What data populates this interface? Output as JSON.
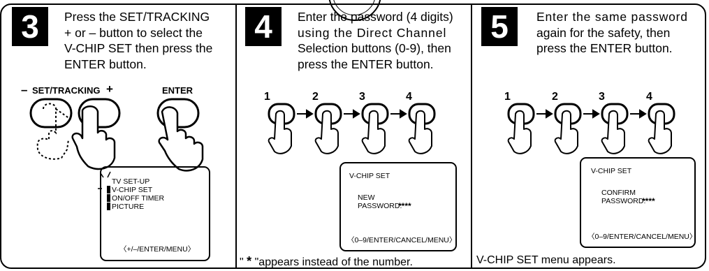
{
  "steps": [
    {
      "number": "3",
      "instruction": "Press the SET/TRACKING + or – button to select the V-CHIP SET then press the ENTER button.",
      "lines": [
        "Press the SET/TRACKING",
        "+ or – button to select the",
        "V-CHIP SET then press the",
        "ENTER button."
      ],
      "button_labels": {
        "minus": "–",
        "set_tracking": "SET/TRACKING",
        "plus": "+",
        "enter": "ENTER"
      },
      "screen": {
        "items": [
          "TV  SET-UP",
          "V-CHIP SET",
          "ON/OFF  TIMER",
          "PICTURE"
        ],
        "footer": "〈+/–/ENTER/MENU〉"
      }
    },
    {
      "number": "4",
      "instruction": "Enter the password (4 digits) using the Direct Channel Selection buttons (0-9), then press the ENTER button.",
      "lines": [
        "Enter the password (4 digits)",
        "using the Direct Channel",
        "Selection buttons (0-9), then",
        "press the ENTER button."
      ],
      "sequence": [
        "1",
        "2",
        "3",
        "4"
      ],
      "screen": {
        "title": "V-CHIP SET",
        "label1": "NEW",
        "label2": "PASSWORD:",
        "mask": "****",
        "footer": "〈0–9/ENTER/CANCEL/MENU〉"
      },
      "note_quote_open": "\"",
      "note_star": "*",
      "note_rest": "\"appears instead of the number."
    },
    {
      "number": "5",
      "instruction": "Enter the same password again for the safety, then press the ENTER button.",
      "lines": [
        "Enter the same password",
        "again for the safety, then",
        "press the ENTER button."
      ],
      "sequence": [
        "1",
        "2",
        "3",
        "4"
      ],
      "screen": {
        "title": "V-CHIP SET",
        "label1": "CONFIRM",
        "label2": "PASSWORD:",
        "mask": "****",
        "footer": "〈0–9/ENTER/CANCEL/MENU〉"
      },
      "note": "V-CHIP SET menu appears."
    }
  ]
}
